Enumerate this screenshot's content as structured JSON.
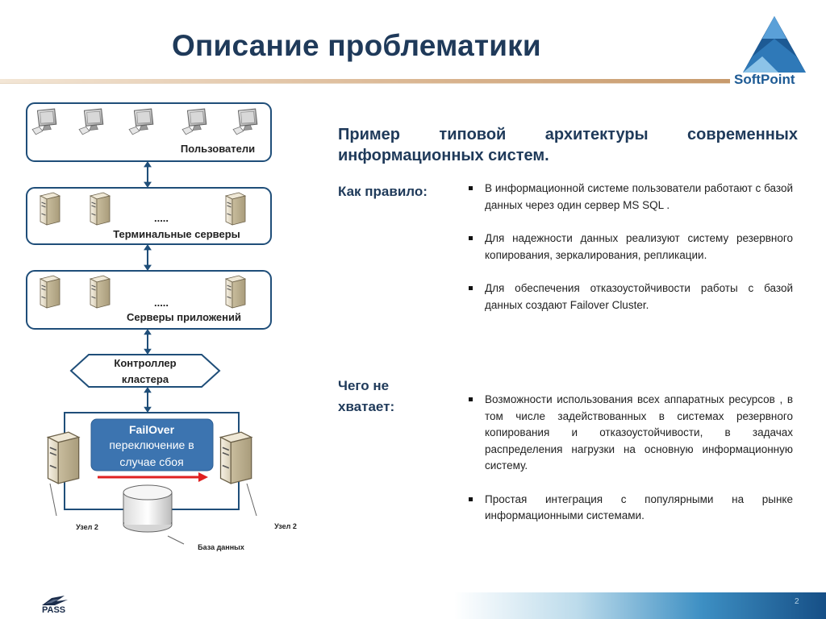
{
  "slide": {
    "title": "Описание проблематики",
    "page_number": "2",
    "logo": {
      "brand": "SoftPoint",
      "icon": "triangle-logo-icon"
    },
    "footer_logo": "PASS"
  },
  "diagram": {
    "users_label": "Пользователи",
    "terminal_dots": ".....",
    "terminal_label": "Терминальные серверы",
    "app_dots": ".....",
    "app_label": "Серверы приложений",
    "controller_line1": "Контроллер",
    "controller_line2": "кластера",
    "failover_line1": "FailOver",
    "failover_line2": "переключение в",
    "failover_line3": "случае сбоя",
    "node_left": "Узел 2",
    "node_right": "Узел 2",
    "database_label": "База данных",
    "colors": {
      "box_border": "#1f4e79",
      "failover_fill": "#3c74b0",
      "arrow_red": "#e02020"
    }
  },
  "content": {
    "heading_line1": "Пример типовой архитектуры современных",
    "heading_line2": "информационных систем.",
    "rule_label": "Как правило:",
    "rule_items": [
      "В информационной системе пользователи работают с базой данных через один сервер MS SQL .",
      "Для надежности данных реализуют систему резервного копирования, зеркалирования, репликации.",
      "Для обеспечения отказоустойчивости работы с базой данных создают  Failover Cluster."
    ],
    "missing_label": "Чего не хватает:",
    "missing_items": [
      "Возможности использования всех аппаратных ресурсов , в том числе задействованных в системах резервного копирования и отказоустойчивости, в задачах распределения нагрузки на основную информационную систему.",
      "Простая интеграция с популярными на рынке информационными системами."
    ]
  }
}
